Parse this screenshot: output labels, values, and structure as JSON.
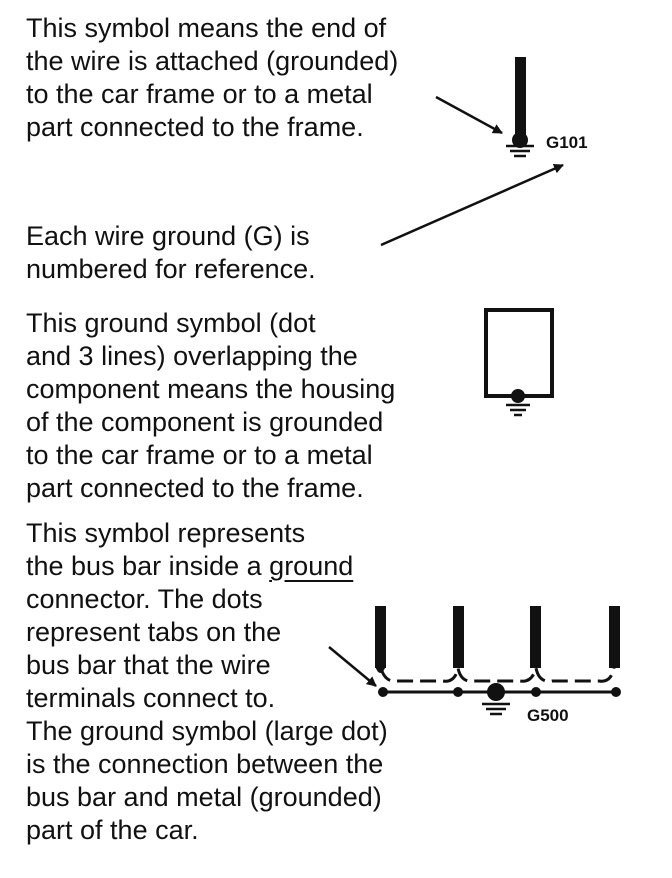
{
  "section1": {
    "lines": [
      "This symbol means the end of",
      "the wire is attached (grounded)",
      "to the car frame or to a metal",
      "part connected to the frame."
    ],
    "label": "G101"
  },
  "section2": {
    "lines": [
      "Each wire ground (G) is",
      "numbered for reference."
    ]
  },
  "section3": {
    "lines": [
      "This ground symbol (dot",
      "and 3 lines) overlapping the",
      "component means the housing",
      "of the component is grounded",
      "to the car frame or to a metal",
      "part connected to the frame."
    ]
  },
  "section4": {
    "lines": [
      "This symbol represents",
      "the bus bar inside a ",
      "ground",
      "connector. The dots",
      "represent tabs on the",
      "bus bar that the wire",
      "terminals connect to.",
      "The ground symbol (large dot)",
      "is the connection between the",
      "bus bar and metal (grounded)",
      "part of the car."
    ],
    "label": "G500"
  }
}
